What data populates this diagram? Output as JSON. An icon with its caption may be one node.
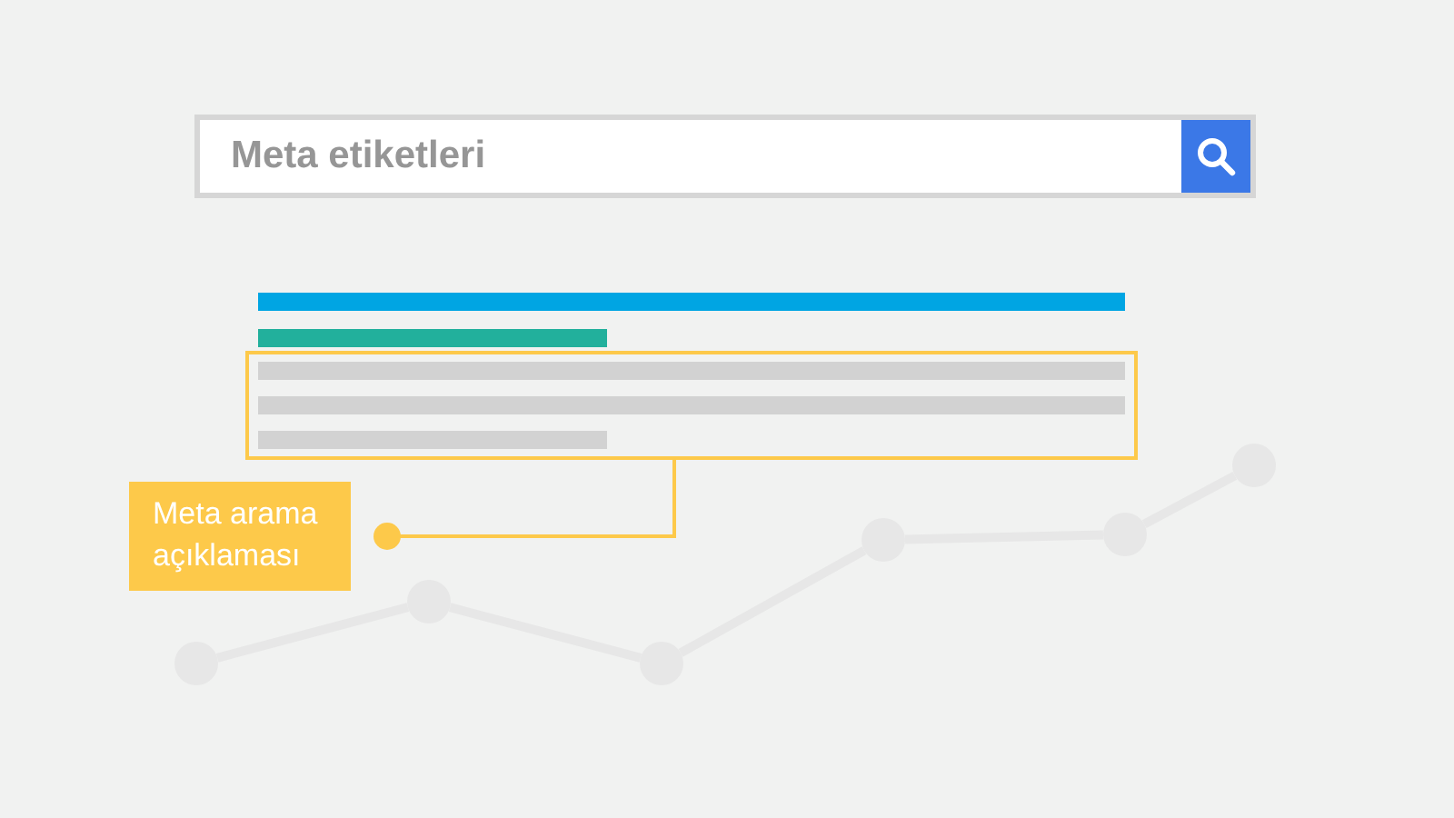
{
  "diagram": {
    "nodes": [
      {
        "text": [
          "Meta etiketleri"
        ]
      },
      {
        "text": [
          "Meta arama açıklaması"
        ]
      },
      {
        "text": [],
        "shape": "box"
      },
      {
        "text": [],
        "shape": "circle"
      },
      {
        "text": [],
        "shape": "circle"
      },
      {
        "text": [],
        "shape": "circle"
      },
      {
        "text": [],
        "shape": "circle"
      },
      {
        "text": [],
        "shape": "circle"
      },
      {
        "text": [],
        "shape": "circle"
      }
    ],
    "edges": [
      {
        "from": 1,
        "to": 2,
        "arrow": "other",
        "color": "#fdc94a"
      },
      {
        "from": 3,
        "to": 4,
        "arrow": "none"
      },
      {
        "from": 4,
        "to": 5,
        "arrow": "none"
      },
      {
        "from": 5,
        "to": 6,
        "arrow": "none"
      },
      {
        "from": 6,
        "to": 7,
        "arrow": "none"
      },
      {
        "from": 7,
        "to": 8,
        "arrow": "none"
      }
    ]
  }
}
